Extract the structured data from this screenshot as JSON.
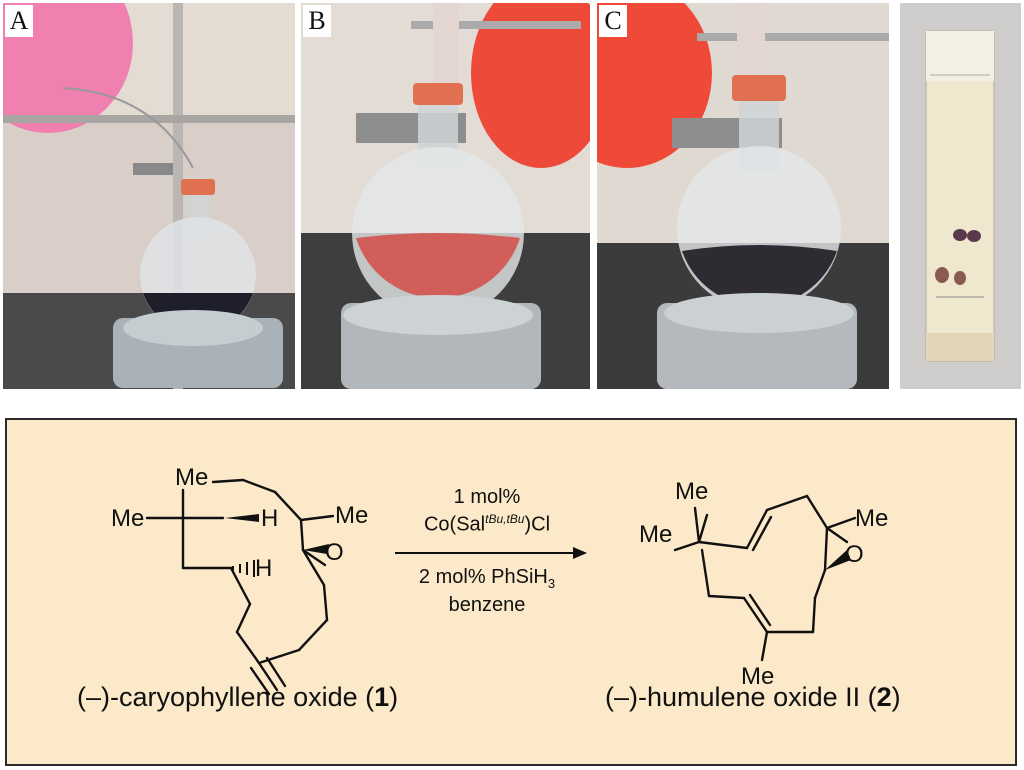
{
  "panels": [
    {
      "letter": "A"
    },
    {
      "letter": "B"
    },
    {
      "letter": "C"
    }
  ],
  "scheme": {
    "reagents": {
      "line1": "1 mol%",
      "catalyst_main": "Co(Sal",
      "catalyst_sup": "tBu,tBu",
      "catalyst_end": ")Cl",
      "line3_main": "2 mol% PhSiH",
      "line3_sub": "3",
      "line4": "benzene"
    },
    "reactant": {
      "name_pre": "(–)-caryophyllene oxide (",
      "number": "1",
      "name_post": ")",
      "atoms": {
        "me_top": "Me",
        "me_left": "Me",
        "me_right": "Me",
        "h_top": "H",
        "h_bottom": "H",
        "o": "O"
      }
    },
    "product": {
      "name_pre": "(–)-humulene oxide II (",
      "number": "2",
      "name_post": ")",
      "atoms": {
        "me_top": "Me",
        "me_left": "Me",
        "me_right": "Me",
        "me_bottom": "Me",
        "o": "O"
      }
    },
    "colors": {
      "box_fill": "#fbe9c9",
      "box_border": "#2b2b2b"
    }
  }
}
